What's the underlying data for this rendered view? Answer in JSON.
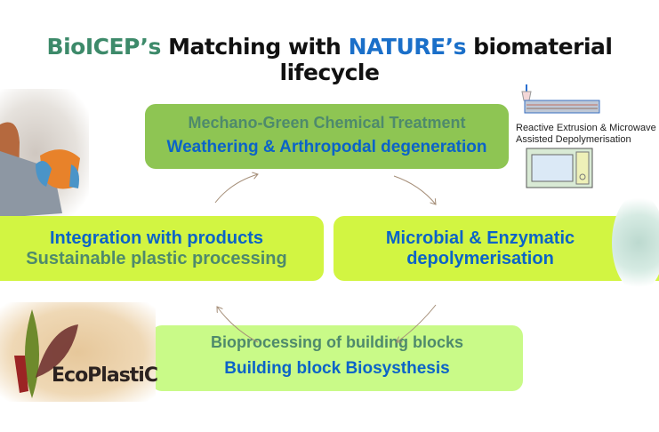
{
  "title": {
    "part1": "BioICEP’s",
    "part2": " Matching with ",
    "part3": "NATURE’s",
    "part4": " biomaterial lifecycle"
  },
  "boxes": {
    "top": {
      "line1": "Mechano-Green Chemical Treatment",
      "line2": "Weathering & Arthropodal degeneration"
    },
    "left": {
      "line1": "Integration with products",
      "line2": "Sustainable plastic processing"
    },
    "right": {
      "line1": "Microbial & Enzymatic",
      "line2": "depolymerisation"
    },
    "bottom": {
      "line1": "Bioprocessing of building blocks",
      "line2": "Building block Biosysthesis"
    }
  },
  "caption": {
    "line1": "Reactive Extrusion & Microwave",
    "line2": "Assisted Depolymerisation"
  },
  "logo": {
    "text": "EcoPlastiC"
  },
  "colors": {
    "top_box": "#8ec553",
    "side_boxes": "#d2f542",
    "bottom_box": "#c9fa88",
    "blue": "#0b63c8",
    "green_text": "#4e8a6c"
  }
}
